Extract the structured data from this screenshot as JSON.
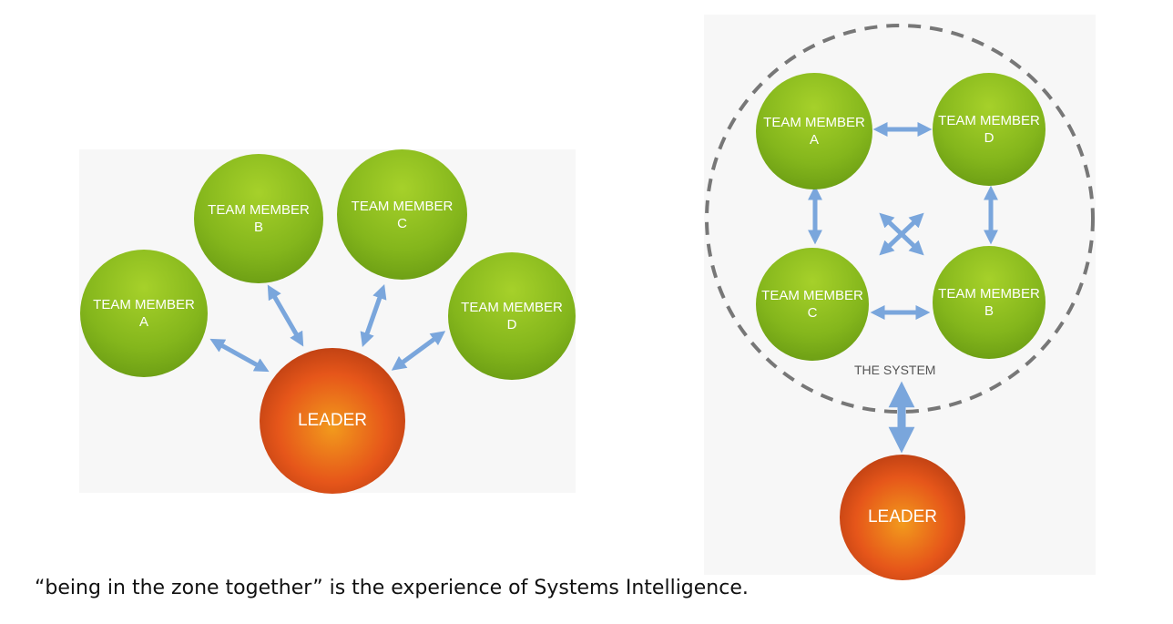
{
  "left_diagram": {
    "members": [
      {
        "line1": "TEAM MEMBER",
        "line2": "A"
      },
      {
        "line1": "TEAM MEMBER",
        "line2": "B"
      },
      {
        "line1": "TEAM MEMBER",
        "line2": "C"
      },
      {
        "line1": "TEAM MEMBER",
        "line2": "D"
      }
    ],
    "leader": "LEADER"
  },
  "right_diagram": {
    "members": [
      {
        "line1": "TEAM MEMBER",
        "line2": "A"
      },
      {
        "line1": "TEAM MEMBER",
        "line2": "D"
      },
      {
        "line1": "TEAM MEMBER",
        "line2": "C"
      },
      {
        "line1": "TEAM MEMBER",
        "line2": "B"
      }
    ],
    "system_label": "THE SYSTEM",
    "leader": "LEADER"
  },
  "caption": "“being in the zone together” is the experience of Systems Intelligence.",
  "colors": {
    "member_green": "#84b61c",
    "leader_orange": "#e6561a",
    "arrow_blue": "#7aa6dc",
    "system_border": "#777777"
  }
}
